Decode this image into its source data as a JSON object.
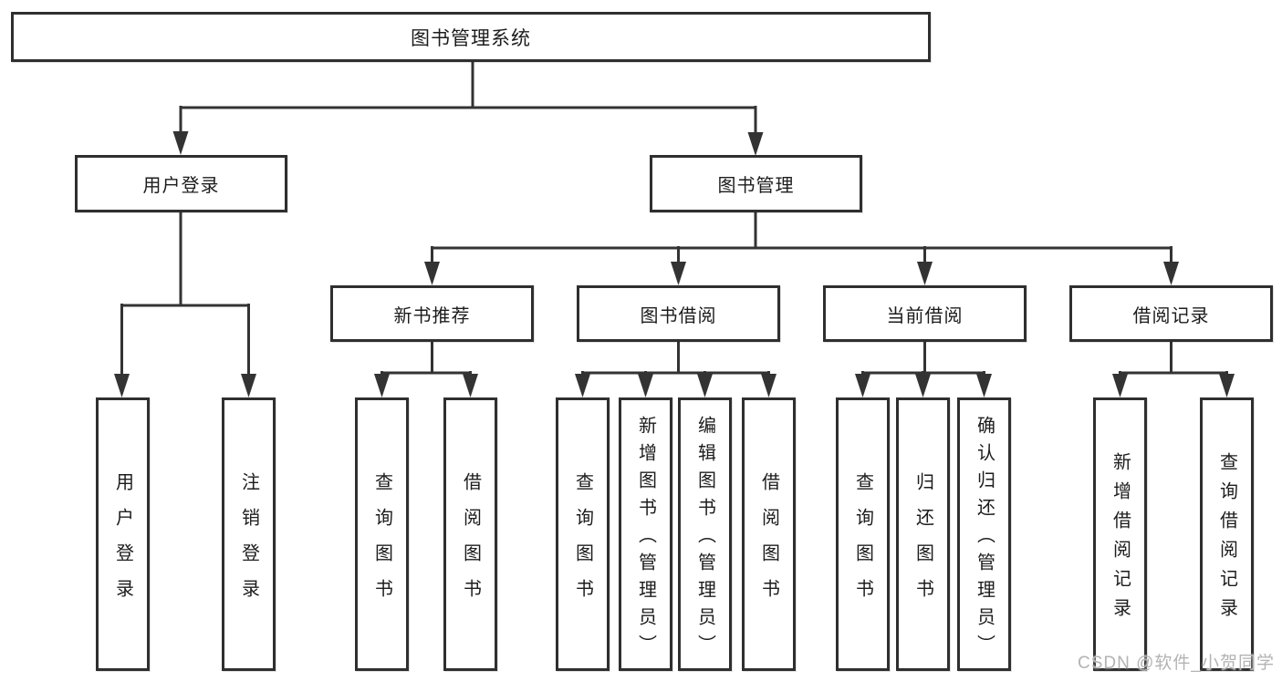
{
  "diagram": {
    "title": "图书管理系统",
    "tree": {
      "label": "图书管理系统",
      "children": [
        {
          "label": "用户登录",
          "children": [
            {
              "label": "用户登录"
            },
            {
              "label": "注销登录"
            }
          ]
        },
        {
          "label": "图书管理",
          "children": [
            {
              "label": "新书推荐",
              "children": [
                {
                  "label": "查询图书"
                },
                {
                  "label": "借阅图书"
                }
              ]
            },
            {
              "label": "图书借阅",
              "children": [
                {
                  "label": "查询图书"
                },
                {
                  "label": "新增图书（管理员）"
                },
                {
                  "label": "编辑图书（管理员）"
                },
                {
                  "label": "借阅图书"
                }
              ]
            },
            {
              "label": "当前借阅",
              "children": [
                {
                  "label": "查询图书"
                },
                {
                  "label": "归还图书"
                },
                {
                  "label": "确认归还（管理员）"
                }
              ]
            },
            {
              "label": "借阅记录",
              "children": [
                {
                  "label": "新增借阅记录"
                },
                {
                  "label": "查询借阅记录"
                }
              ]
            }
          ]
        }
      ]
    },
    "colors": {
      "line": "#333333",
      "box_border": "#2f2f2f",
      "text": "#1c1c1c",
      "background": "#ffffff",
      "watermark": "#b3b3b3"
    },
    "watermark": {
      "text": "CSDN @软件_小贺同学"
    }
  }
}
